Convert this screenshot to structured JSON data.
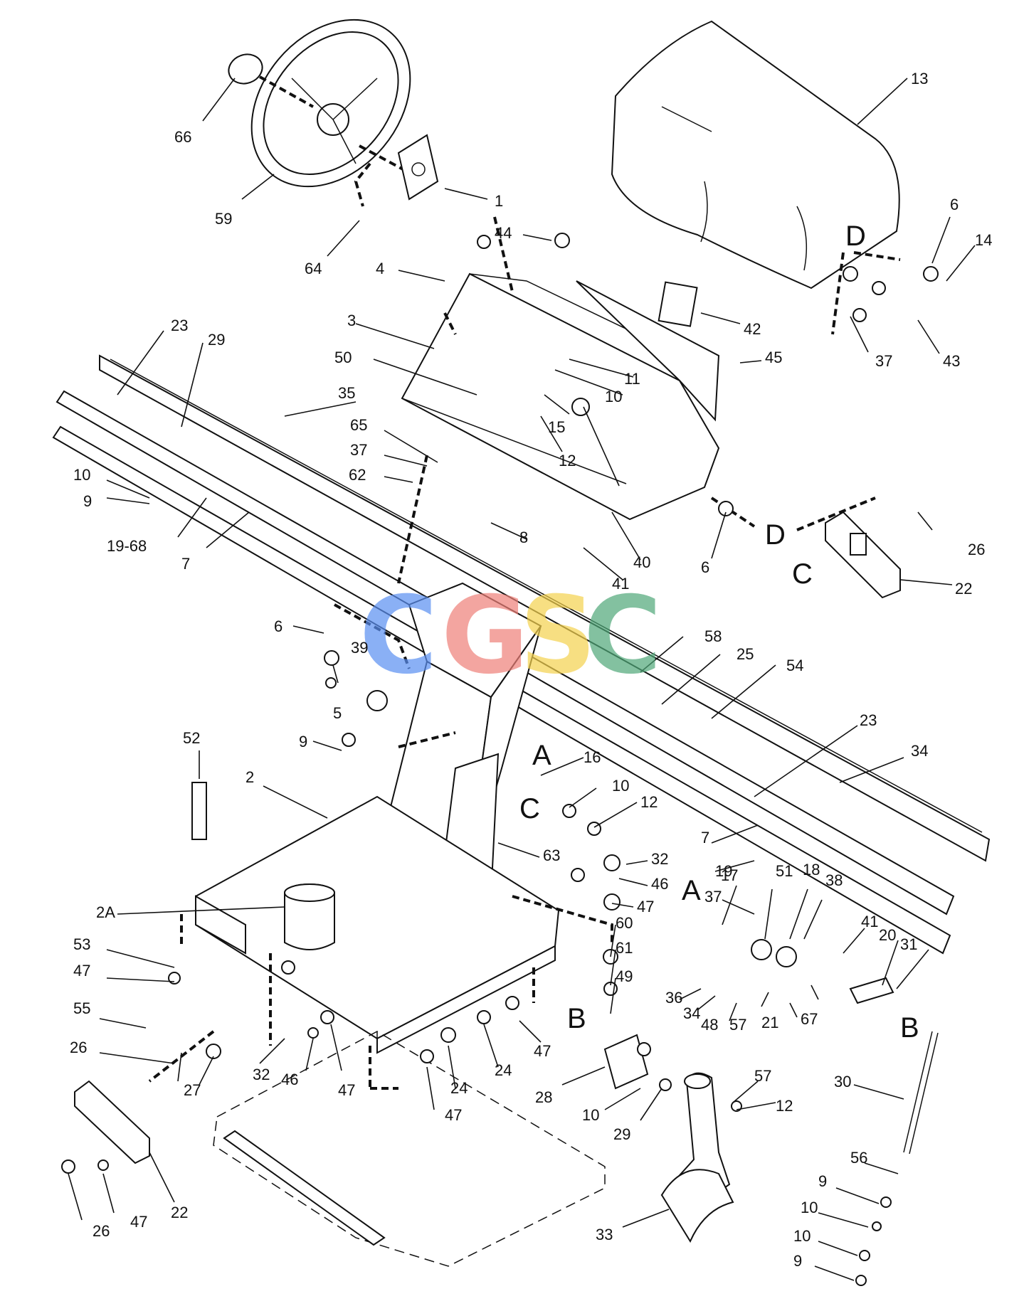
{
  "watermark": {
    "letters": [
      {
        "text": "C",
        "color": "#5a8ff2"
      },
      {
        "text": "G",
        "color": "#ef8078"
      },
      {
        "text": "S",
        "color": "#f5d24e"
      },
      {
        "text": "C",
        "color": "#4fa878"
      }
    ]
  },
  "labels": [
    "66",
    "59",
    "64",
    "1",
    "13",
    "44",
    "6",
    "14",
    "4",
    "3",
    "42",
    "37",
    "43",
    "45",
    "23",
    "29",
    "50",
    "11",
    "10",
    "35",
    "65",
    "37",
    "62",
    "10",
    "9",
    "12",
    "15",
    "19-68",
    "7",
    "8",
    "40",
    "41",
    "6",
    "26",
    "22",
    "6",
    "39",
    "5",
    "58",
    "25",
    "54",
    "9",
    "16",
    "10",
    "12",
    "52",
    "2",
    "23",
    "34",
    "63",
    "32",
    "46",
    "7",
    "19",
    "47",
    "17",
    "51",
    "18",
    "38",
    "2A",
    "60",
    "61",
    "49",
    "41",
    "20",
    "31",
    "37",
    "53",
    "47",
    "36",
    "34",
    "48",
    "57",
    "21",
    "67",
    "55",
    "26",
    "47",
    "24",
    "24",
    "28",
    "10",
    "29",
    "57",
    "12",
    "30",
    "32",
    "46",
    "47",
    "47",
    "27",
    "56",
    "9",
    "10",
    "10",
    "9",
    "26",
    "47",
    "22",
    "33"
  ],
  "callouts": [
    "A",
    "C",
    "D",
    "D",
    "C",
    "A",
    "B",
    "B"
  ]
}
